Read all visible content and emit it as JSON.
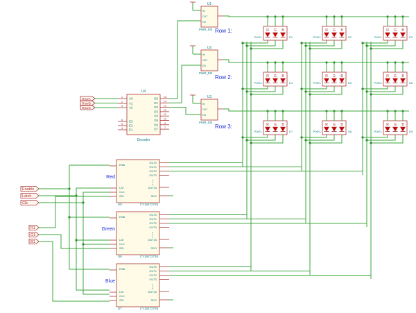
{
  "row_labels": [
    "Row 1:",
    "Row 2:",
    "Row 3:"
  ],
  "regulator": {
    "refs": [
      "U1",
      "U2",
      "U3"
    ],
    "pins": [
      "IN",
      "OUT",
      "EN"
    ],
    "name": "PWR_EN"
  },
  "decoder": {
    "ref": "U4",
    "name": "Decoder",
    "left_pins": [
      "A0",
      "A1",
      "A2",
      "E3",
      "E2",
      "E1"
    ],
    "left_nums": [
      "1",
      "2",
      "3",
      "6",
      "5",
      "4"
    ],
    "right_pins": [
      "O0",
      "O1",
      "O2",
      "O3",
      "O4",
      "O5",
      "O6",
      "O7"
    ],
    "right_nums": [
      "15",
      "14",
      "13",
      "12",
      "11",
      "10",
      "9",
      "7"
    ]
  },
  "row_inputs": [
    "RowA",
    "RowB",
    "RowC"
  ],
  "control_inputs": [
    "Enable",
    "Latch",
    "Clk"
  ],
  "color_inputs": [
    "R1",
    "G1",
    "B1"
  ],
  "drivers": [
    {
      "ref": "U5",
      "color_label": "Red",
      "part": "CY16272726"
    },
    {
      "ref": "U6",
      "color_label": "Green",
      "part": "CY16272726"
    },
    {
      "ref": "U7",
      "color_label": "Blue",
      "part": "CY16272726"
    }
  ],
  "driver_pins": {
    "enb": "ENB",
    "lat": "LAT",
    "clk": "CLK",
    "sdi": "SDI",
    "outs": [
      "OUT0",
      "OUT1",
      "OUT2",
      "OUT3"
    ],
    "out15": "OUT15",
    "sdo": "SDO"
  },
  "pixel": {
    "name": "PIXEL",
    "leds": [
      "R",
      "G",
      "B"
    ],
    "refs": [
      "D1",
      "D2",
      "D3",
      "D4",
      "D5",
      "D6",
      "D7",
      "D8",
      "D9"
    ]
  },
  "colors": {
    "wire": "#3aa53a",
    "part": "#aa3333",
    "text_teal": "#0a7d86",
    "text_blue": "#1a2fd6"
  }
}
